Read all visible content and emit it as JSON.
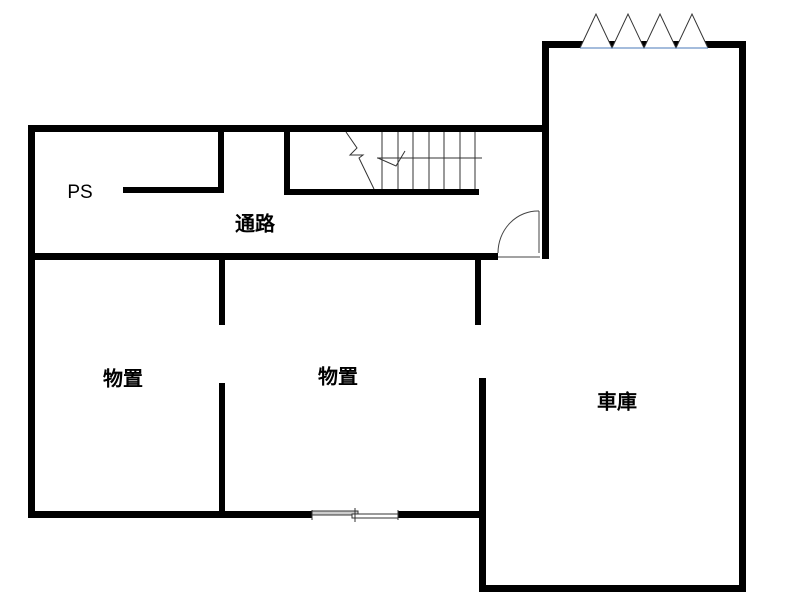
{
  "rooms": {
    "ps": "PS",
    "corridor": "通路",
    "storage_left": "物置",
    "storage_right": "物置",
    "garage": "車庫"
  },
  "colors": {
    "wall": "#000000",
    "fixture": "#555555"
  }
}
